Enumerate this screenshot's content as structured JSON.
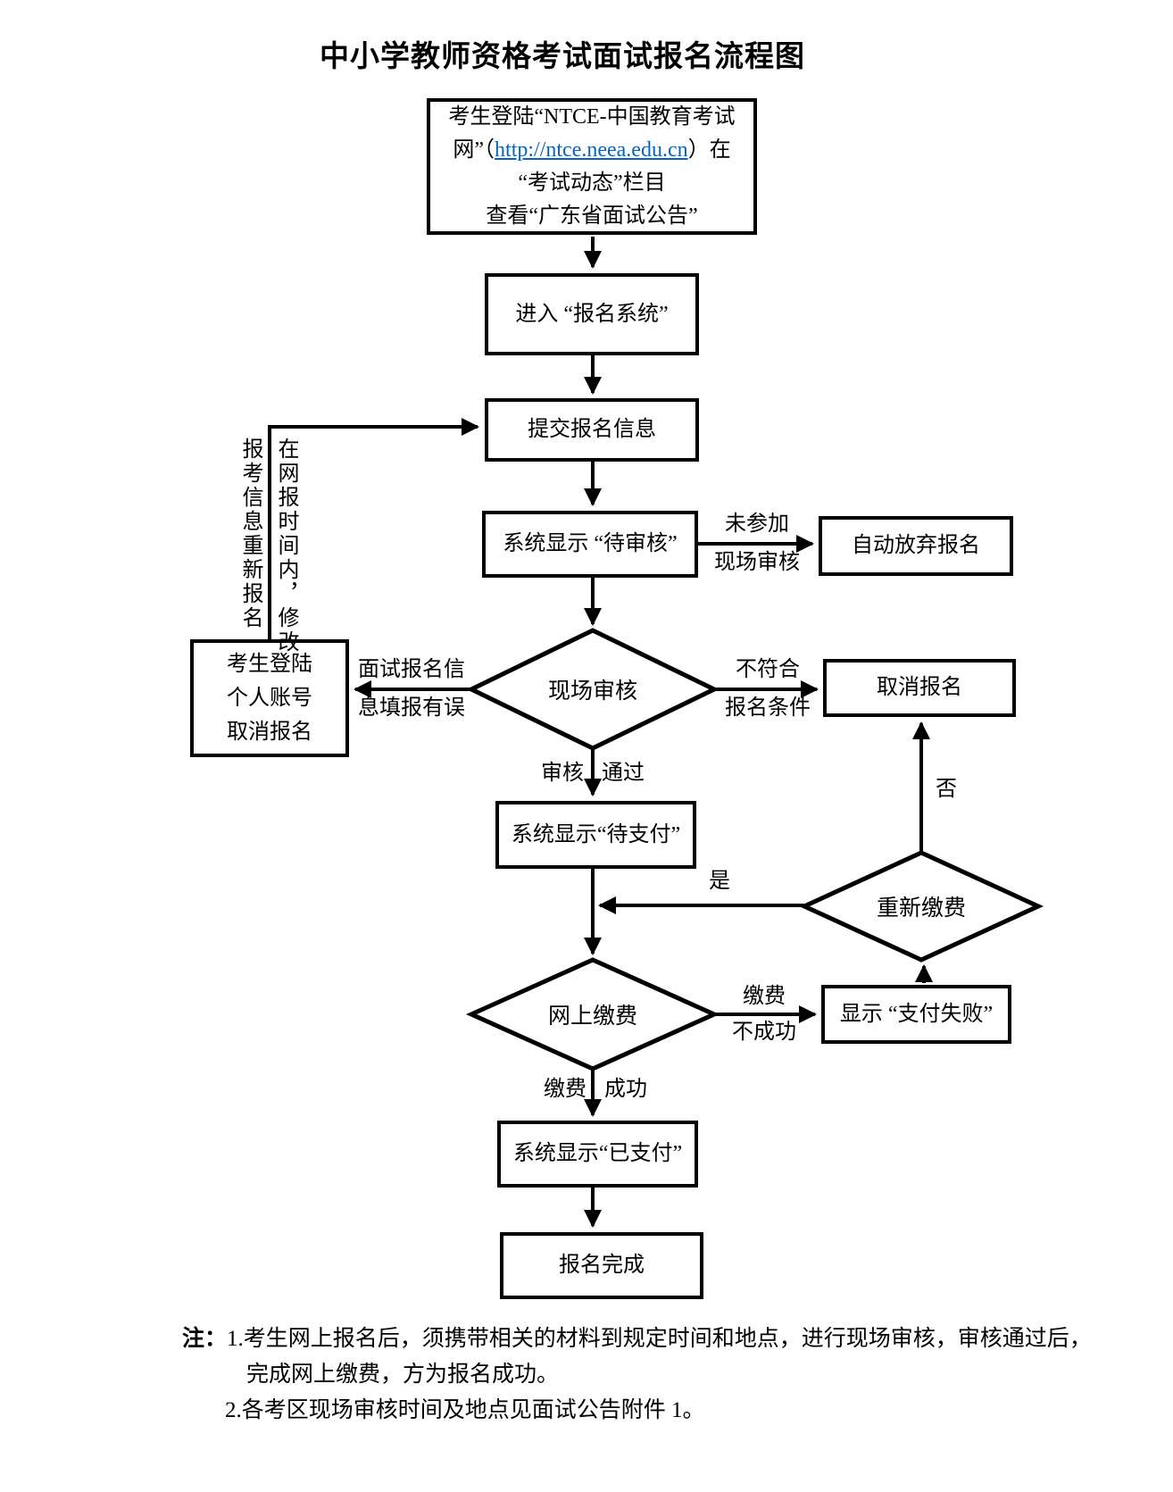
{
  "page": {
    "title": "中小学教师资格考试面试报名流程图"
  },
  "colors": {
    "link": "#0563C1"
  },
  "nodes": {
    "login_portal": {
      "line1": "考生登陆“NTCE-中国教育考试",
      "line2_prefix": "网”（",
      "link": "http://ntce.neea.edu.cn",
      "line2_suffix": "）在",
      "line3": "“考试动态”栏目",
      "line4": "查看“广东省面试公告”"
    },
    "enter_system": {
      "label": "进入 “报名系统”"
    },
    "submit_info": {
      "label": "提交报名信息"
    },
    "status_pending_review": {
      "label": "系统显示 “待审核”"
    },
    "auto_abandon": {
      "label": "自动放弃报名"
    },
    "onsite_review": {
      "label": "现场审核"
    },
    "cancel_via_account": {
      "line1": "考生登陆",
      "line2": "个人账号",
      "line3": "取消报名"
    },
    "cancel_registration": {
      "label": "取消报名"
    },
    "status_pending_payment": {
      "label": "系统显示“待支付”"
    },
    "repay": {
      "label": "重新缴费"
    },
    "online_payment": {
      "label": "网上缴费"
    },
    "payment_failed": {
      "label": "显示 “支付失败”"
    },
    "status_paid": {
      "label": "系统显示“已支付”"
    },
    "registration_complete": {
      "label": "报名完成"
    }
  },
  "edges": {
    "no_onsite": {
      "line1": "未参加",
      "line2": "现场审核"
    },
    "info_error": {
      "line1": "面试报名信",
      "line2": "息填报有误"
    },
    "not_qualified": {
      "line1": "不符合",
      "line2": "报名条件"
    },
    "review_pass": {
      "left": "审核",
      "right": "通过"
    },
    "pay_fail": {
      "line1": "缴费",
      "line2": "不成功"
    },
    "pay_success": {
      "left": "缴费",
      "right": "成功"
    },
    "yes": "是",
    "no": "否",
    "reregister": {
      "col_right": "在网报时间内，修改",
      "col_left": "报考信息重新报名"
    }
  },
  "notes": {
    "prefix": "注：",
    "item1_line1": "1.考生网上报名后，须携带相关的材料到规定时间和地点，进行现场审核，审核通过后，",
    "item1_line2": "完成网上缴费，方为报名成功。",
    "item2": "2.各考区现场审核时间及地点见面试公告附件 1。"
  }
}
